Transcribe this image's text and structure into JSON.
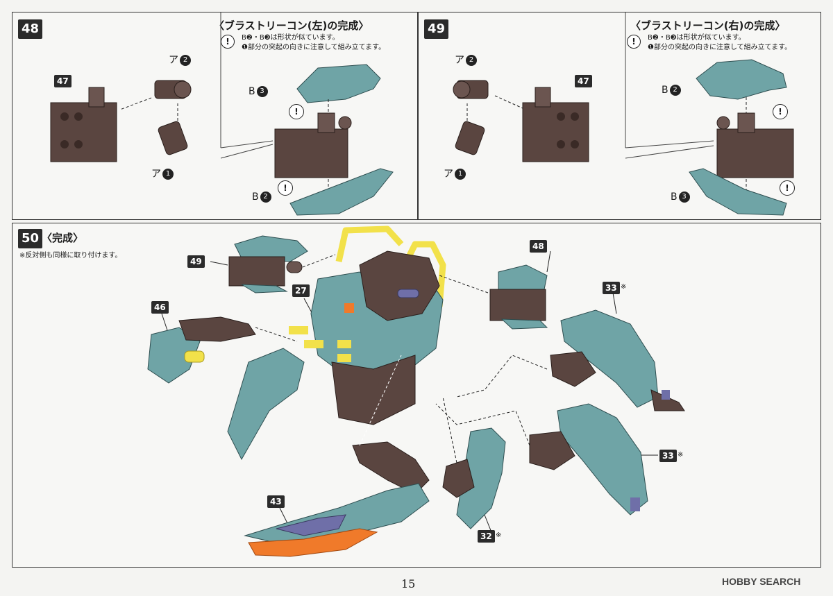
{
  "panel48": {
    "step": "48",
    "title": "〈ブラストリーコン(左)の完成〉",
    "note1": "B❷・B❸は形状が似ています。",
    "note2": "❶部分の突起の向きに注意して組み立てます。",
    "badge47": "47",
    "part_a2": "ア",
    "part_a2_num": "2",
    "part_a1": "ア",
    "part_a1_num": "1",
    "part_b3": "B",
    "part_b3_num": "3",
    "part_b2": "B",
    "part_b2_num": "2",
    "warn_symbol": "!"
  },
  "panel49": {
    "step": "49",
    "title": "〈ブラストリーコン(右)の完成〉",
    "note1": "B❷・B❸は形状が似ています。",
    "note2": "❶部分の突起の向きに注意して組み立てます。",
    "badge47": "47",
    "part_a2": "ア",
    "part_a2_num": "2",
    "part_a1": "ア",
    "part_a1_num": "1",
    "part_b2": "B",
    "part_b2_num": "2",
    "part_b3": "B",
    "part_b3_num": "3",
    "warn_symbol": "!"
  },
  "panel50": {
    "step": "50",
    "title": "〈完成〉",
    "note": "※反対側も同様に取り付けます。",
    "badges": {
      "b49": "49",
      "b27": "27",
      "b48": "48",
      "b46": "46",
      "b33a": "33",
      "b33b": "33",
      "b43": "43",
      "b32": "32"
    },
    "ref_mark": "※"
  },
  "footer": {
    "page_number": "15",
    "watermark": "HOBBY SEARCH"
  },
  "colors": {
    "teal": "#6fa4a6",
    "brown": "#5a4540",
    "yellow": "#f2e14a",
    "orange": "#f07a2a",
    "violet": "#6f6fa8"
  }
}
